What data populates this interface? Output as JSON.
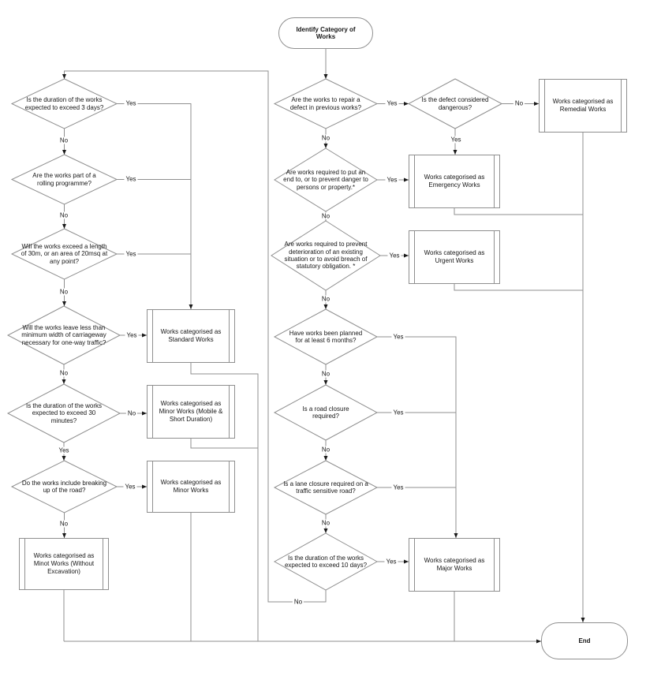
{
  "colors": {
    "line": "#8f8f8f",
    "arrow": "#1a1a1a",
    "text": "#161616",
    "node_fill": "#ffffff"
  },
  "labels": {
    "yes": "Yes",
    "no": "No"
  },
  "nodes": {
    "start": {
      "label": "Identify Category of Works"
    },
    "l1": {
      "label": "Is the duration of the works expected to exceed 3 days?"
    },
    "l2": {
      "label": "Are the works part of a rolling programme?"
    },
    "l3": {
      "label": "Will the works exceed a length of 30m, or an area of 20msq at any point?"
    },
    "l4": {
      "label": "Will the works leave less than minimum width of carriageway necessary for one-way traffic?"
    },
    "l5": {
      "label": "Is the duration of the works expected to exceed 30 minutes?"
    },
    "l6": {
      "label": "Do the works include breaking up of the road?"
    },
    "r1": {
      "label": "Are the works to repair a defect in previous works?"
    },
    "dangerous": {
      "label": "Is the defect considered dangerous?"
    },
    "r2": {
      "label": "Are works required to put an end to, or to prevent danger to persons or property.*"
    },
    "r3": {
      "label": "Are works required to prevent deterioration of an existing situation or to avoid breach of statutory obligation. *"
    },
    "r4": {
      "label": "Have works been planned for at least 6 months?"
    },
    "r5": {
      "label": "Is a road closure required?"
    },
    "r6": {
      "label": "Is a lane closure required on a traffic sensitive road?"
    },
    "r7": {
      "label": "Is the duration of the works expected to exceed 10 days?"
    },
    "std": {
      "label": "Works categorised as Standard Works"
    },
    "minor_mobile": {
      "label": "Works categorised as Minor Works (Mobile & Short Duration)"
    },
    "minor": {
      "label": "Works categorised as Minor Works"
    },
    "minor_wo": {
      "label": "Works categorised as Minot Works (Without Excavation)"
    },
    "remedial": {
      "label": "Works categorised as Remedial Works"
    },
    "emergency": {
      "label": "Works categorised as Emergency Works"
    },
    "urgent": {
      "label": "Works categorised as Urgent Works"
    },
    "major": {
      "label": "Works categorised as Major Works"
    },
    "end": {
      "label": "End"
    }
  }
}
